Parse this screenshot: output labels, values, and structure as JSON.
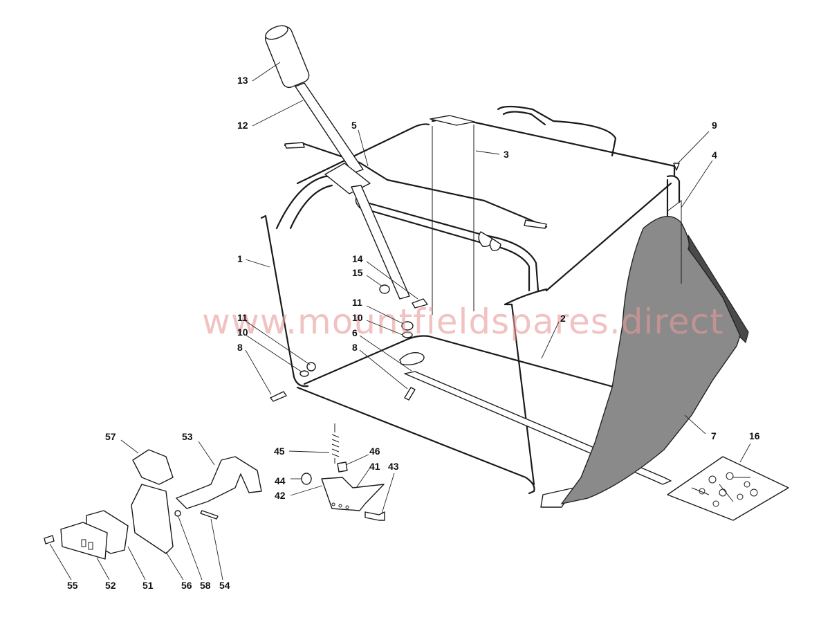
{
  "watermark": "www.mountfieldspares.direct",
  "callouts": [
    {
      "id": "c13",
      "label": "13"
    },
    {
      "id": "c12",
      "label": "12"
    },
    {
      "id": "c5",
      "label": "5"
    },
    {
      "id": "c3",
      "label": "3"
    },
    {
      "id": "c9",
      "label": "9"
    },
    {
      "id": "c4",
      "label": "4"
    },
    {
      "id": "c1",
      "label": "1"
    },
    {
      "id": "c14",
      "label": "14"
    },
    {
      "id": "c15",
      "label": "15"
    },
    {
      "id": "c11a",
      "label": "11"
    },
    {
      "id": "c10a",
      "label": "10"
    },
    {
      "id": "c11b",
      "label": "11"
    },
    {
      "id": "c10b",
      "label": "10"
    },
    {
      "id": "c6",
      "label": "6"
    },
    {
      "id": "c8a",
      "label": "8"
    },
    {
      "id": "c8b",
      "label": "8"
    },
    {
      "id": "c2",
      "label": "2"
    },
    {
      "id": "c7",
      "label": "7"
    },
    {
      "id": "c16",
      "label": "16"
    },
    {
      "id": "c57",
      "label": "57"
    },
    {
      "id": "c53",
      "label": "53"
    },
    {
      "id": "c45",
      "label": "45"
    },
    {
      "id": "c46",
      "label": "46"
    },
    {
      "id": "c41",
      "label": "41"
    },
    {
      "id": "c43",
      "label": "43"
    },
    {
      "id": "c44",
      "label": "44"
    },
    {
      "id": "c42",
      "label": "42"
    },
    {
      "id": "c55",
      "label": "55"
    },
    {
      "id": "c52",
      "label": "52"
    },
    {
      "id": "c51",
      "label": "51"
    },
    {
      "id": "c56",
      "label": "56"
    },
    {
      "id": "c58",
      "label": "58"
    },
    {
      "id": "c54",
      "label": "54"
    }
  ]
}
